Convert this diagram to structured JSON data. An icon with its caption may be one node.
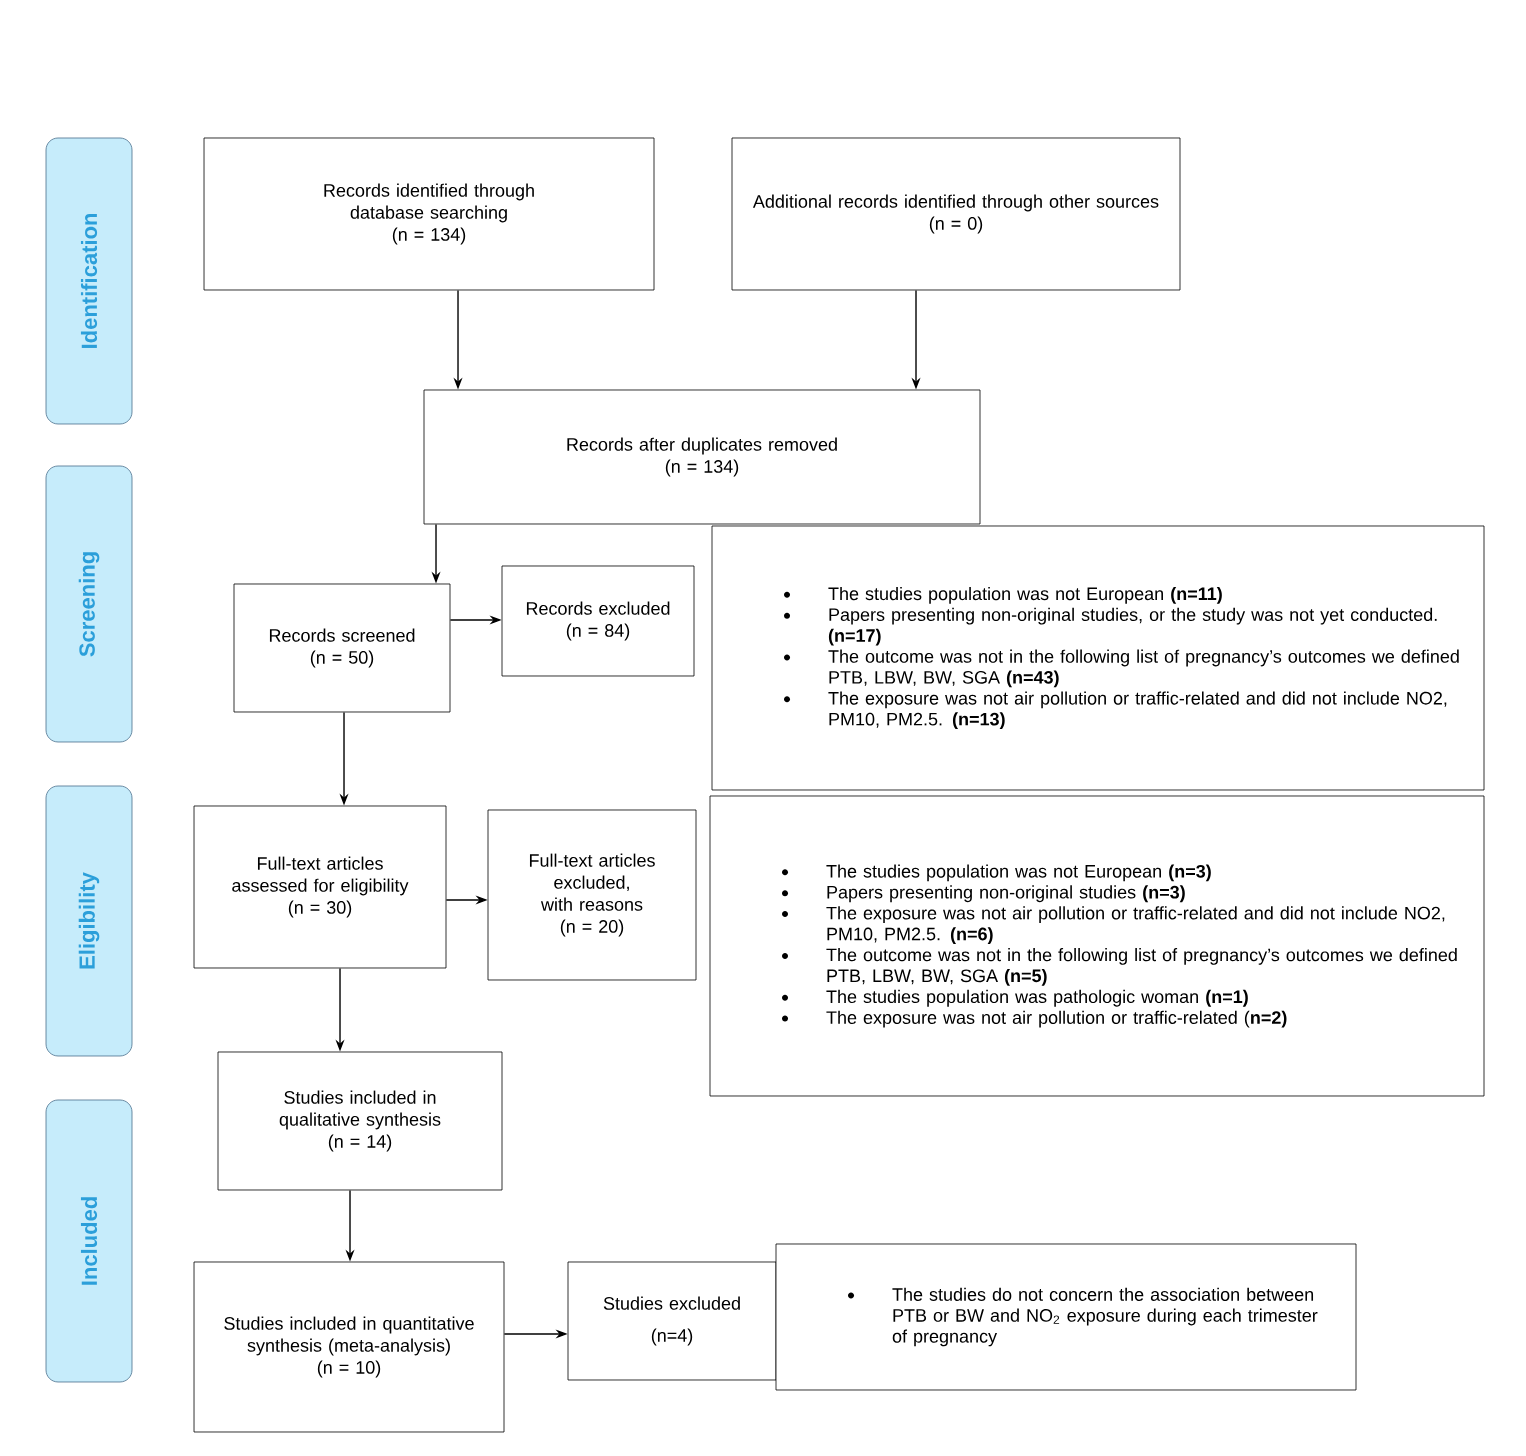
{
  "diagram": {
    "nodes": [
      {
        "text": [
          "Identification"
        ]
      },
      {
        "text": [
          "Screening"
        ]
      },
      {
        "text": [
          "Eligibility"
        ]
      },
      {
        "text": [
          "Included"
        ]
      },
      {
        "text": [
          "Records identified through database searching",
          "(n = 134)"
        ]
      },
      {
        "text": [
          "Additional records identified through other sources",
          "(n = 0)"
        ]
      },
      {
        "text": [
          "Records after duplicates removed",
          "(n = 134)"
        ]
      },
      {
        "text": [
          "Records screened",
          "(n = 50)"
        ]
      },
      {
        "text": [
          "Records excluded",
          "(n = 84)"
        ]
      },
      {
        "text": [
          "The studies population was not European **(n=11)**",
          "Papers presenting non-original studies, or the study was not yet conducted. **(n=17)**",
          "The outcome was not in the following list of pregnancy’s outcomes we defined PTB, LBW, BW, SGA **(n=43)**",
          "The exposure was not air pollution or traffic-related and did not include NO2, PM10, PM2.5. **(n=13)**"
        ]
      },
      {
        "text": [
          "Full-text articles assessed for eligibility",
          "(n = 30)"
        ]
      },
      {
        "text": [
          "Full-text articles excluded, with reasons",
          "(n = 20)"
        ]
      },
      {
        "text": [
          "The studies population was not European **(n=3)**",
          "Papers presenting non-original studies **(n=3)**",
          "The exposure was not air pollution or traffic-related and did not include NO2, PM10, PM2.5. **(n=6)**",
          "The outcome was not in the following list of pregnancy’s outcomes we defined PTB, LBW, BW, SGA **(n=5)**",
          "The studies population was pathologic woman **(n=1)**",
          "The exposure was not air pollution or traffic-related (**n=2)**"
        ]
      },
      {
        "text": [
          "Studies included in qualitative synthesis",
          "(n = 14)"
        ]
      },
      {
        "text": [
          "Studies included in quantitative synthesis (meta-analysis)",
          "(n = 10)"
        ]
      },
      {
        "text": [
          "Studies excluded",
          "(n=4)"
        ]
      },
      {
        "text": [
          "The studies do not concern the association between PTB or BW and NO$_{2}$ exposure during each trimester of pregnancy"
        ]
      }
    ],
    "edges": [
      {
        "from": 4,
        "to": 6,
        "arrow": "to"
      },
      {
        "from": 5,
        "to": 6,
        "arrow": "to"
      },
      {
        "from": 6,
        "to": 7,
        "arrow": "to"
      },
      {
        "from": 7,
        "to": 8,
        "arrow": "to"
      },
      {
        "from": 7,
        "to": 10,
        "arrow": "to"
      },
      {
        "from": 10,
        "to": 11,
        "arrow": "to"
      },
      {
        "from": 10,
        "to": 13,
        "arrow": "to"
      },
      {
        "from": 13,
        "to": 14,
        "arrow": "to"
      },
      {
        "from": 14,
        "to": 15,
        "arrow": "to"
      }
    ]
  }
}
